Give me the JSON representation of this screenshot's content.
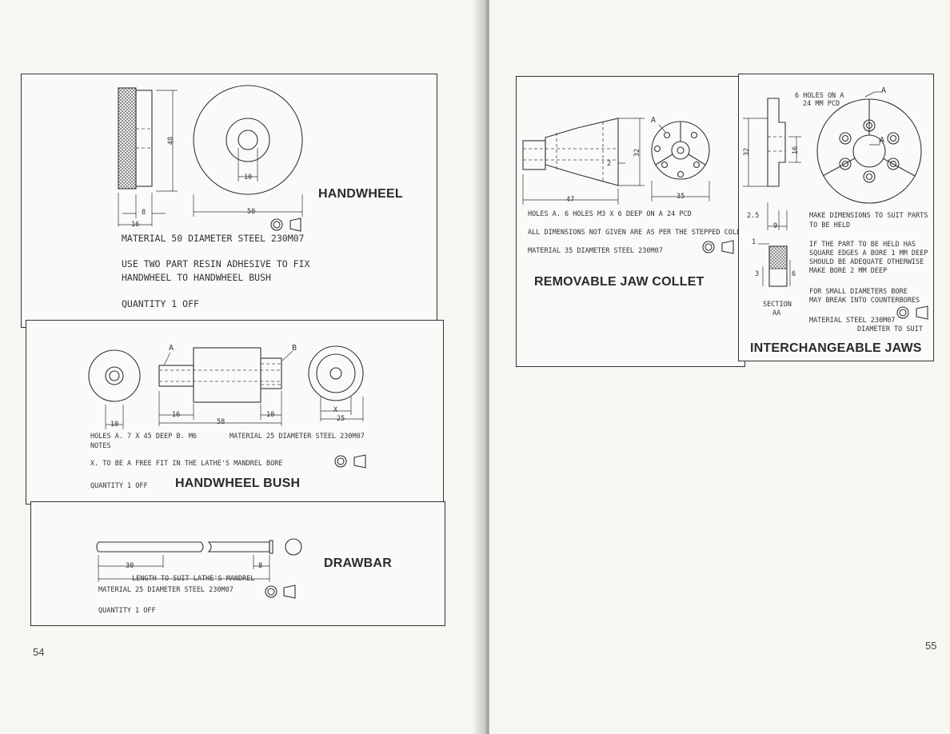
{
  "pages": {
    "left": {
      "number": "54",
      "handwheel": {
        "title": "HANDWHEEL",
        "dims": {
          "height": "48",
          "width_a": "8",
          "width_b": "16",
          "bore": "10",
          "diameter": "50"
        },
        "material": "MATERIAL 50 DIAMETER STEEL 230M07",
        "note_line1": "USE TWO PART RESIN ADHESIVE TO FIX",
        "note_line2": "HANDWHEEL TO HANDWHEEL BUSH",
        "quantity": "QUANTITY 1 OFF"
      },
      "handwheel_bush": {
        "title": "HANDWHEEL BUSH",
        "dims": {
          "bore": "10",
          "shoulder": "16",
          "length": "58",
          "end": "10",
          "fit": "X",
          "diameter": "25",
          "label_a": "A",
          "label_b": "B"
        },
        "holes": "HOLES  A. 7 X 45 DEEP   B. M6",
        "material": "MATERIAL 25 DIAMETER STEEL 230M07",
        "notes_label": "NOTES",
        "note_x": "X. TO BE A FREE FIT IN THE LATHE'S MANDREL BORE",
        "quantity": "QUANTITY 1 OFF"
      },
      "drawbar": {
        "title": "DRAWBAR",
        "dims": {
          "start": "30",
          "end": "8",
          "length": "LENGTH TO SUIT LATHE'S MANDREL"
        },
        "material": "MATERIAL 25 DIAMETER STEEL 230M07",
        "quantity": "QUANTITY 1 OFF"
      }
    },
    "right": {
      "number": "55",
      "collet": {
        "title": "REMOVABLE JAW COLLET",
        "dims": {
          "length": "47",
          "height": "32",
          "step": "2",
          "diameter": "35",
          "label_a": "A"
        },
        "holes": "HOLES A. 6 HOLES  M3 X 6 DEEP  ON A 24 PCD",
        "note": "ALL DIMENSIONS NOT GIVEN ARE AS PER THE STEPPED COLLET",
        "material": "MATERIAL 35 DIAMETER STEEL 230M07"
      },
      "jaws": {
        "title": "INTERCHANGEABLE JAWS",
        "holes_line1": "6 HOLES ON A",
        "holes_line2": "24 MM PCD",
        "dims": {
          "height": "32",
          "inner": "16",
          "step": "2.5",
          "width": "9",
          "section_w": "1",
          "section_h1": "3",
          "section_h2": "6",
          "label_a": "A"
        },
        "section_line1": "SECTION",
        "section_line2": "AA",
        "note1_line1": "MAKE DIMENSIONS TO SUIT PARTS",
        "note1_line2": "TO BE HELD",
        "note2_line1": "IF THE PART TO BE HELD HAS",
        "note2_line2": "SQUARE EDGES A BORE 1 MM DEEP",
        "note2_line3": "SHOULD BE ADEQUATE OTHERWISE",
        "note2_line4": "MAKE BORE 2 MM DEEP",
        "note3_line1": "FOR SMALL DIAMETERS BORE",
        "note3_line2": "MAY BREAK INTO COUNTERBORES",
        "material_line1": "MATERIAL STEEL 230M07",
        "material_line2": "DIAMETER TO SUIT"
      }
    }
  }
}
